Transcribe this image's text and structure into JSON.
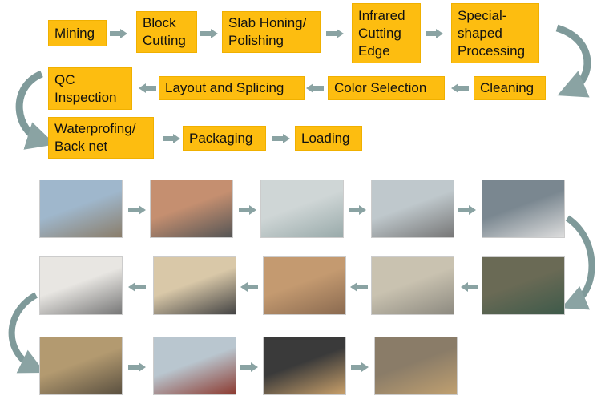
{
  "flow_steps": [
    "Mining",
    "Block\nCutting",
    "Slab Honing/\nPolishing",
    "Infrared\nCutting\nEdge",
    "Special-\nshaped\nProcessing",
    "Cleaning",
    "Color Selection",
    "Layout and Splicing",
    "QC\nInspection",
    "Waterprofing/\nBack net",
    "Packaging",
    "Loading"
  ],
  "colors": {
    "box": "#fdbd10",
    "arrow": "#8aa3a3"
  }
}
